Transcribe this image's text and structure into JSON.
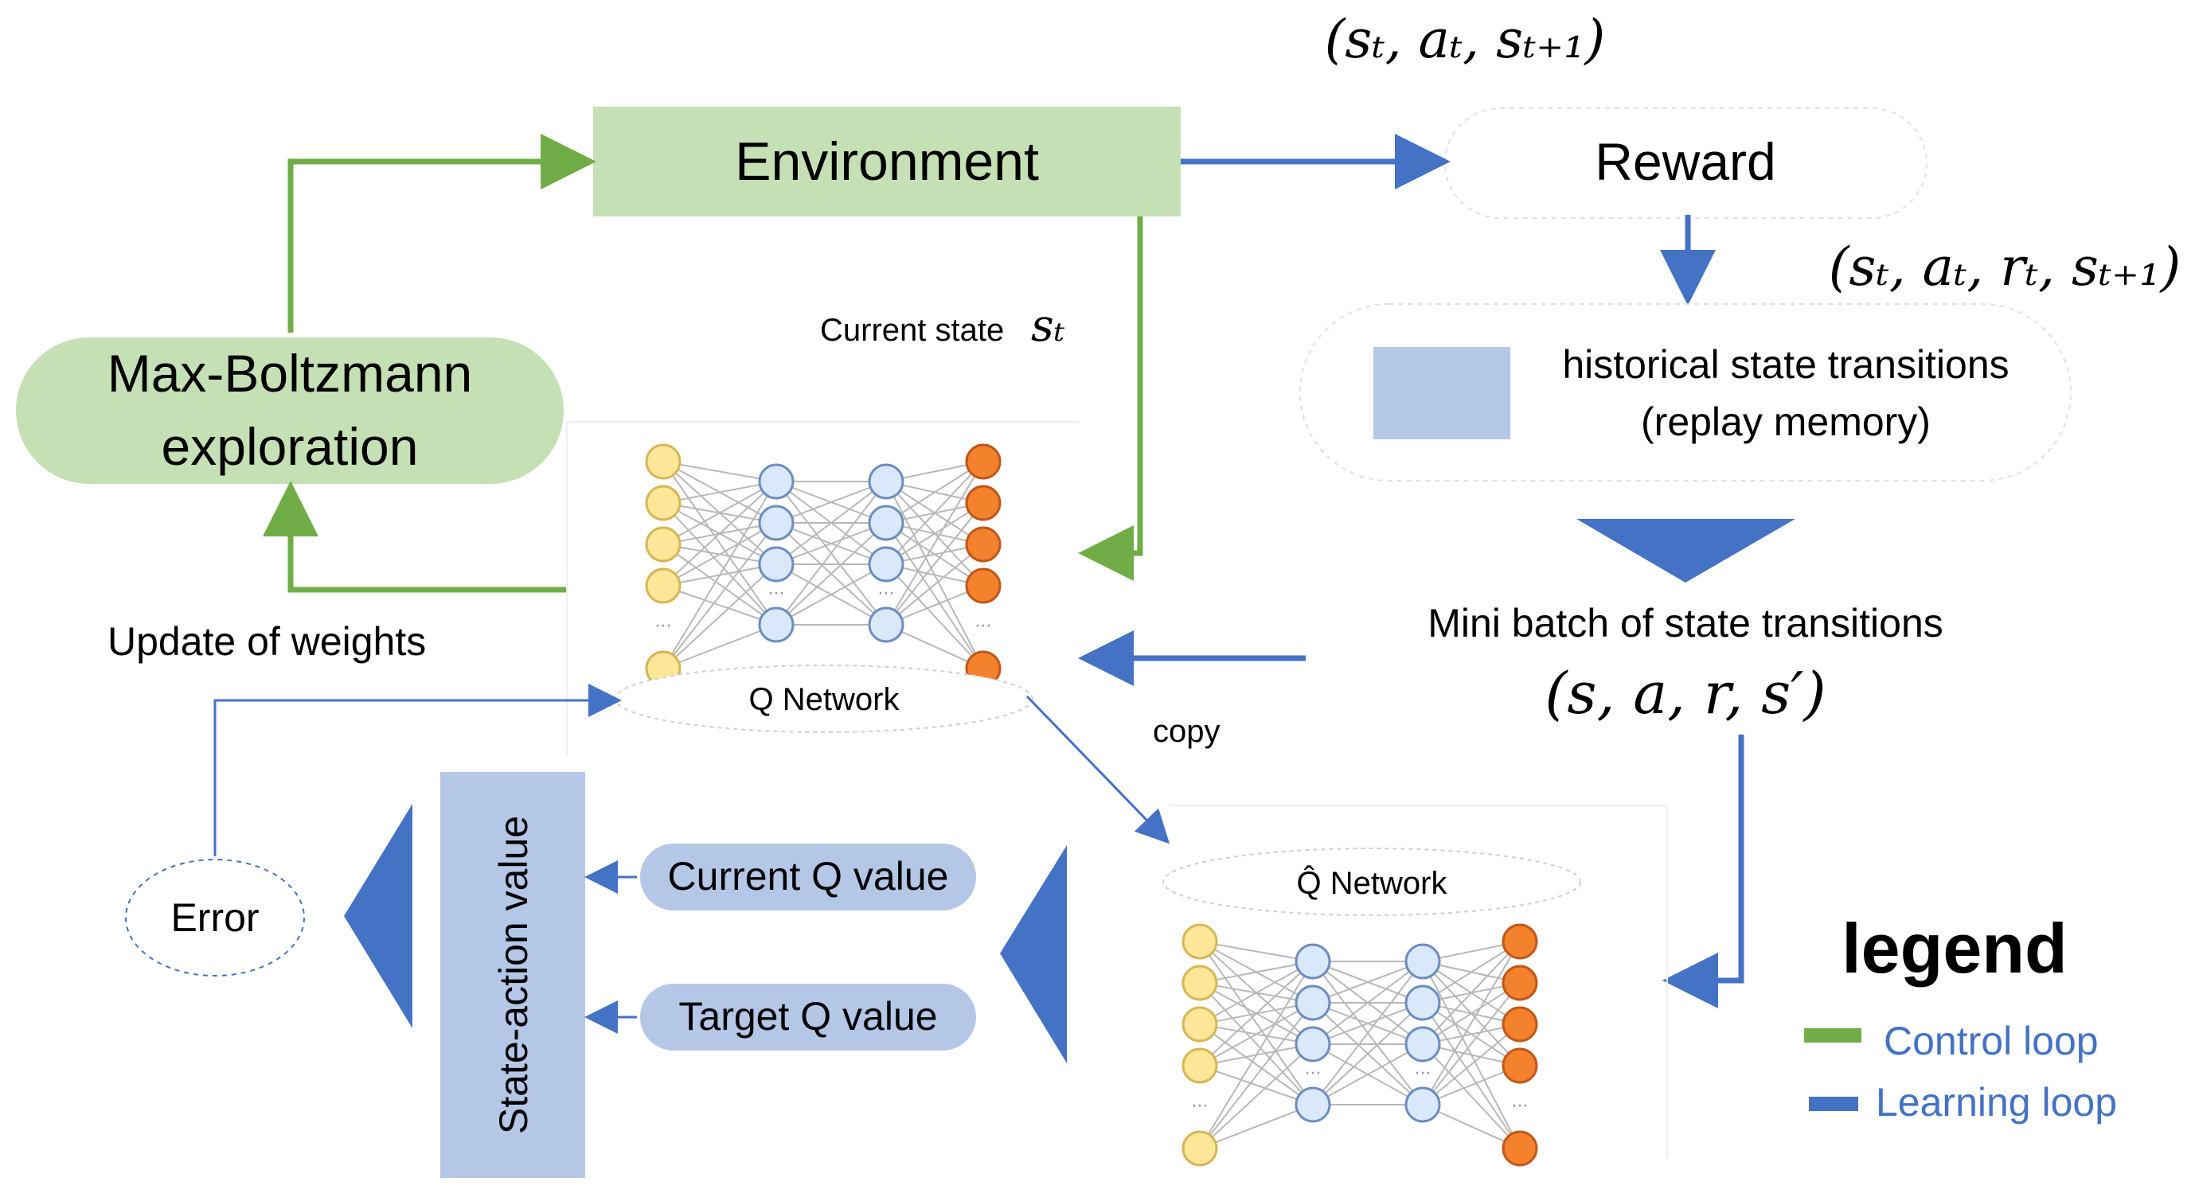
{
  "nodes": {
    "environment": "Environment",
    "reward": "Reward",
    "max_boltzmann_line1": "Max-Boltzmann",
    "max_boltzmann_line2": "exploration",
    "replay_line1": "historical state transitions",
    "replay_line2": "(replay memory)",
    "mini_batch": "Mini batch of state transitions",
    "q_network": "Q Network",
    "q_hat_network": "Q̂ Network",
    "error": "Error",
    "state_action_value": "State-action value",
    "current_q": "Current Q value",
    "target_q": "Target Q value"
  },
  "labels": {
    "current_state": "Current state",
    "current_state_math": "sₜ",
    "update_weights": "Update of weights",
    "copy": "copy",
    "tuple_top": "(sₜ, aₜ, sₜ₊₁)",
    "tuple_reward": "(sₜ, aₜ, rₜ, sₜ₊₁)",
    "tuple_batch": "(s, a, r, s′)"
  },
  "legend": {
    "title": "legend",
    "items": [
      {
        "label": "Control loop",
        "color": "#70ad47"
      },
      {
        "label": "Learning loop",
        "color": "#4472c4"
      }
    ]
  },
  "colors": {
    "green_arrow": "#70ad47",
    "blue_arrow": "#4472c4",
    "green_fill": "#c5e0b4",
    "blue_fill": "#b4c7e7",
    "triangle": "#4472c4",
    "node_input": "#ffe699",
    "node_hidden": "#dae8fc",
    "node_output": "#f4812b"
  }
}
